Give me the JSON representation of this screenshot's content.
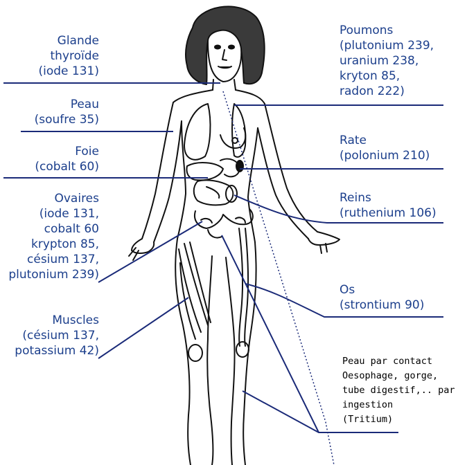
{
  "colors": {
    "label": "#1c3f8c",
    "line": "#1a2a78",
    "ink": "#111111",
    "hair": "#2a2a2a"
  },
  "labels": {
    "thyroide": [
      "Glande",
      "thyroïde",
      "(iode 131)"
    ],
    "peau": [
      "Peau",
      "(soufre 35)"
    ],
    "foie": [
      "Foie",
      "(cobalt 60)"
    ],
    "ovaires": [
      "Ovaires",
      "(iode 131,",
      "cobalt 60",
      "krypton 85,",
      "césium 137,",
      "plutonium 239)"
    ],
    "muscles": [
      "Muscles",
      "(césium 137,",
      "potassium 42)"
    ],
    "poumons": [
      "Poumons",
      "(plutonium 239,",
      "uranium 238,",
      "kryton 85,",
      "radon 222)"
    ],
    "rate": [
      "Rate",
      "(polonium 210)"
    ],
    "reins": [
      "Reins",
      "(ruthenium 106)"
    ],
    "os": [
      "Os",
      "(strontium 90)"
    ]
  },
  "note": [
    "Peau par contact",
    "Oesophage, gorge,",
    "tube digestif,.. par",
    "ingestion",
    "(Tritium)"
  ]
}
